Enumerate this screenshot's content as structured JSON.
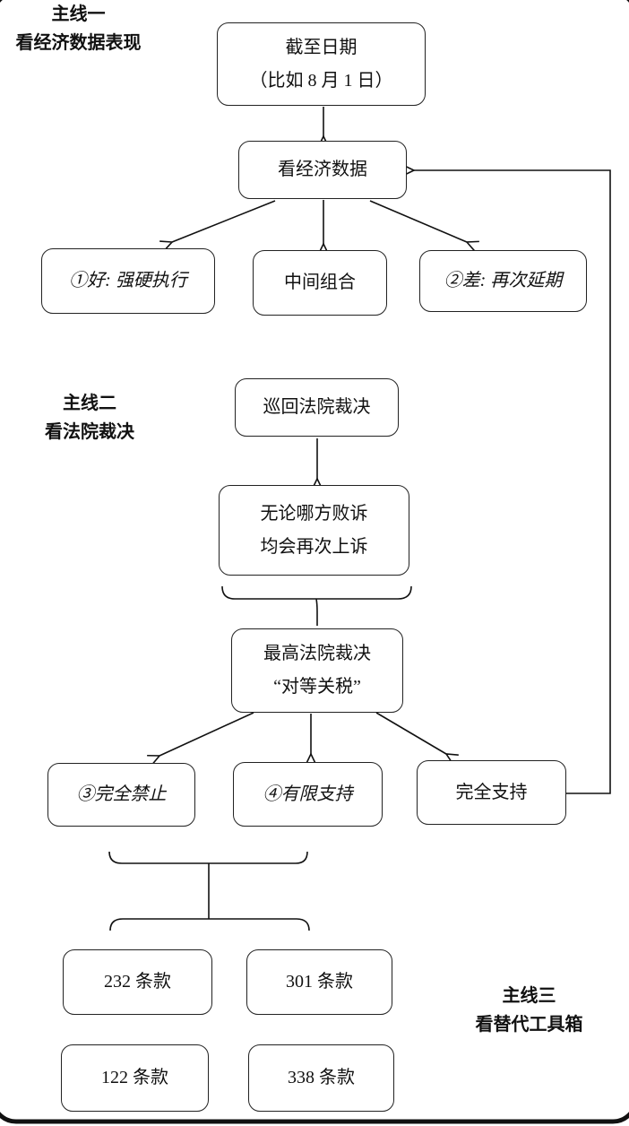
{
  "colors": {
    "ink": "#111111",
    "background": "#ffffff"
  },
  "labels": {
    "main1": {
      "line1": "主线一",
      "line2": "看经济数据表现"
    },
    "main2": {
      "line1": "主线二",
      "line2": "看法院裁决"
    },
    "main3": {
      "line1": "主线三",
      "line2": "看替代工具箱"
    }
  },
  "nodes": {
    "deadline": {
      "line1": "截至日期",
      "line2": "（比如 8 月 1 日）"
    },
    "econ": {
      "label": "看经济数据"
    },
    "good": {
      "label": "①好: 强硬执行"
    },
    "middle": {
      "label": "中间组合"
    },
    "bad": {
      "label": "②差: 再次延期"
    },
    "circuit": {
      "label": "巡回法院裁决"
    },
    "appeal": {
      "line1": "无论哪方败诉",
      "line2": "均会再次上诉"
    },
    "scotus": {
      "line1": "最高法院裁决",
      "line2": "“对等关税”"
    },
    "ban": {
      "label": "③完全禁止"
    },
    "limited": {
      "label": "④有限支持"
    },
    "full": {
      "label": "完全支持"
    },
    "s232": {
      "label": "232 条款"
    },
    "s301": {
      "label": "301 条款"
    },
    "s122": {
      "label": "122 条款"
    },
    "s338": {
      "label": "338 条款"
    }
  }
}
